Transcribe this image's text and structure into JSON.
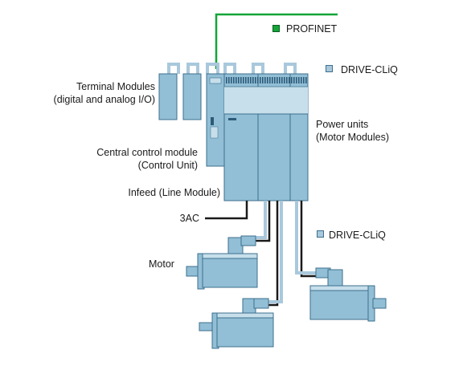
{
  "labels": {
    "profinet": "PROFINET",
    "drive_cliq_top": "DRIVE-CLiQ",
    "drive_cliq_bottom": "DRIVE-CLiQ",
    "terminal_modules_line1": "Terminal Modules",
    "terminal_modules_line2": "(digital and analog I/O)",
    "central_control_line1": "Central control module",
    "central_control_line2": "(Control Unit)",
    "infeed": "Infeed (Line Module)",
    "power_units_line1": "Power units",
    "power_units_line2": "(Motor Modules)",
    "supply_3ac": "3AC",
    "motor": "Motor"
  },
  "colors": {
    "profinet_line": "#13a538",
    "drive_cliq_line": "#a9c8dc",
    "cabinet_fill": "#92bfd6",
    "cabinet_light": "#c6dfeb",
    "outline": "#3e6f8c",
    "power_cable": "#1a1a1a"
  }
}
